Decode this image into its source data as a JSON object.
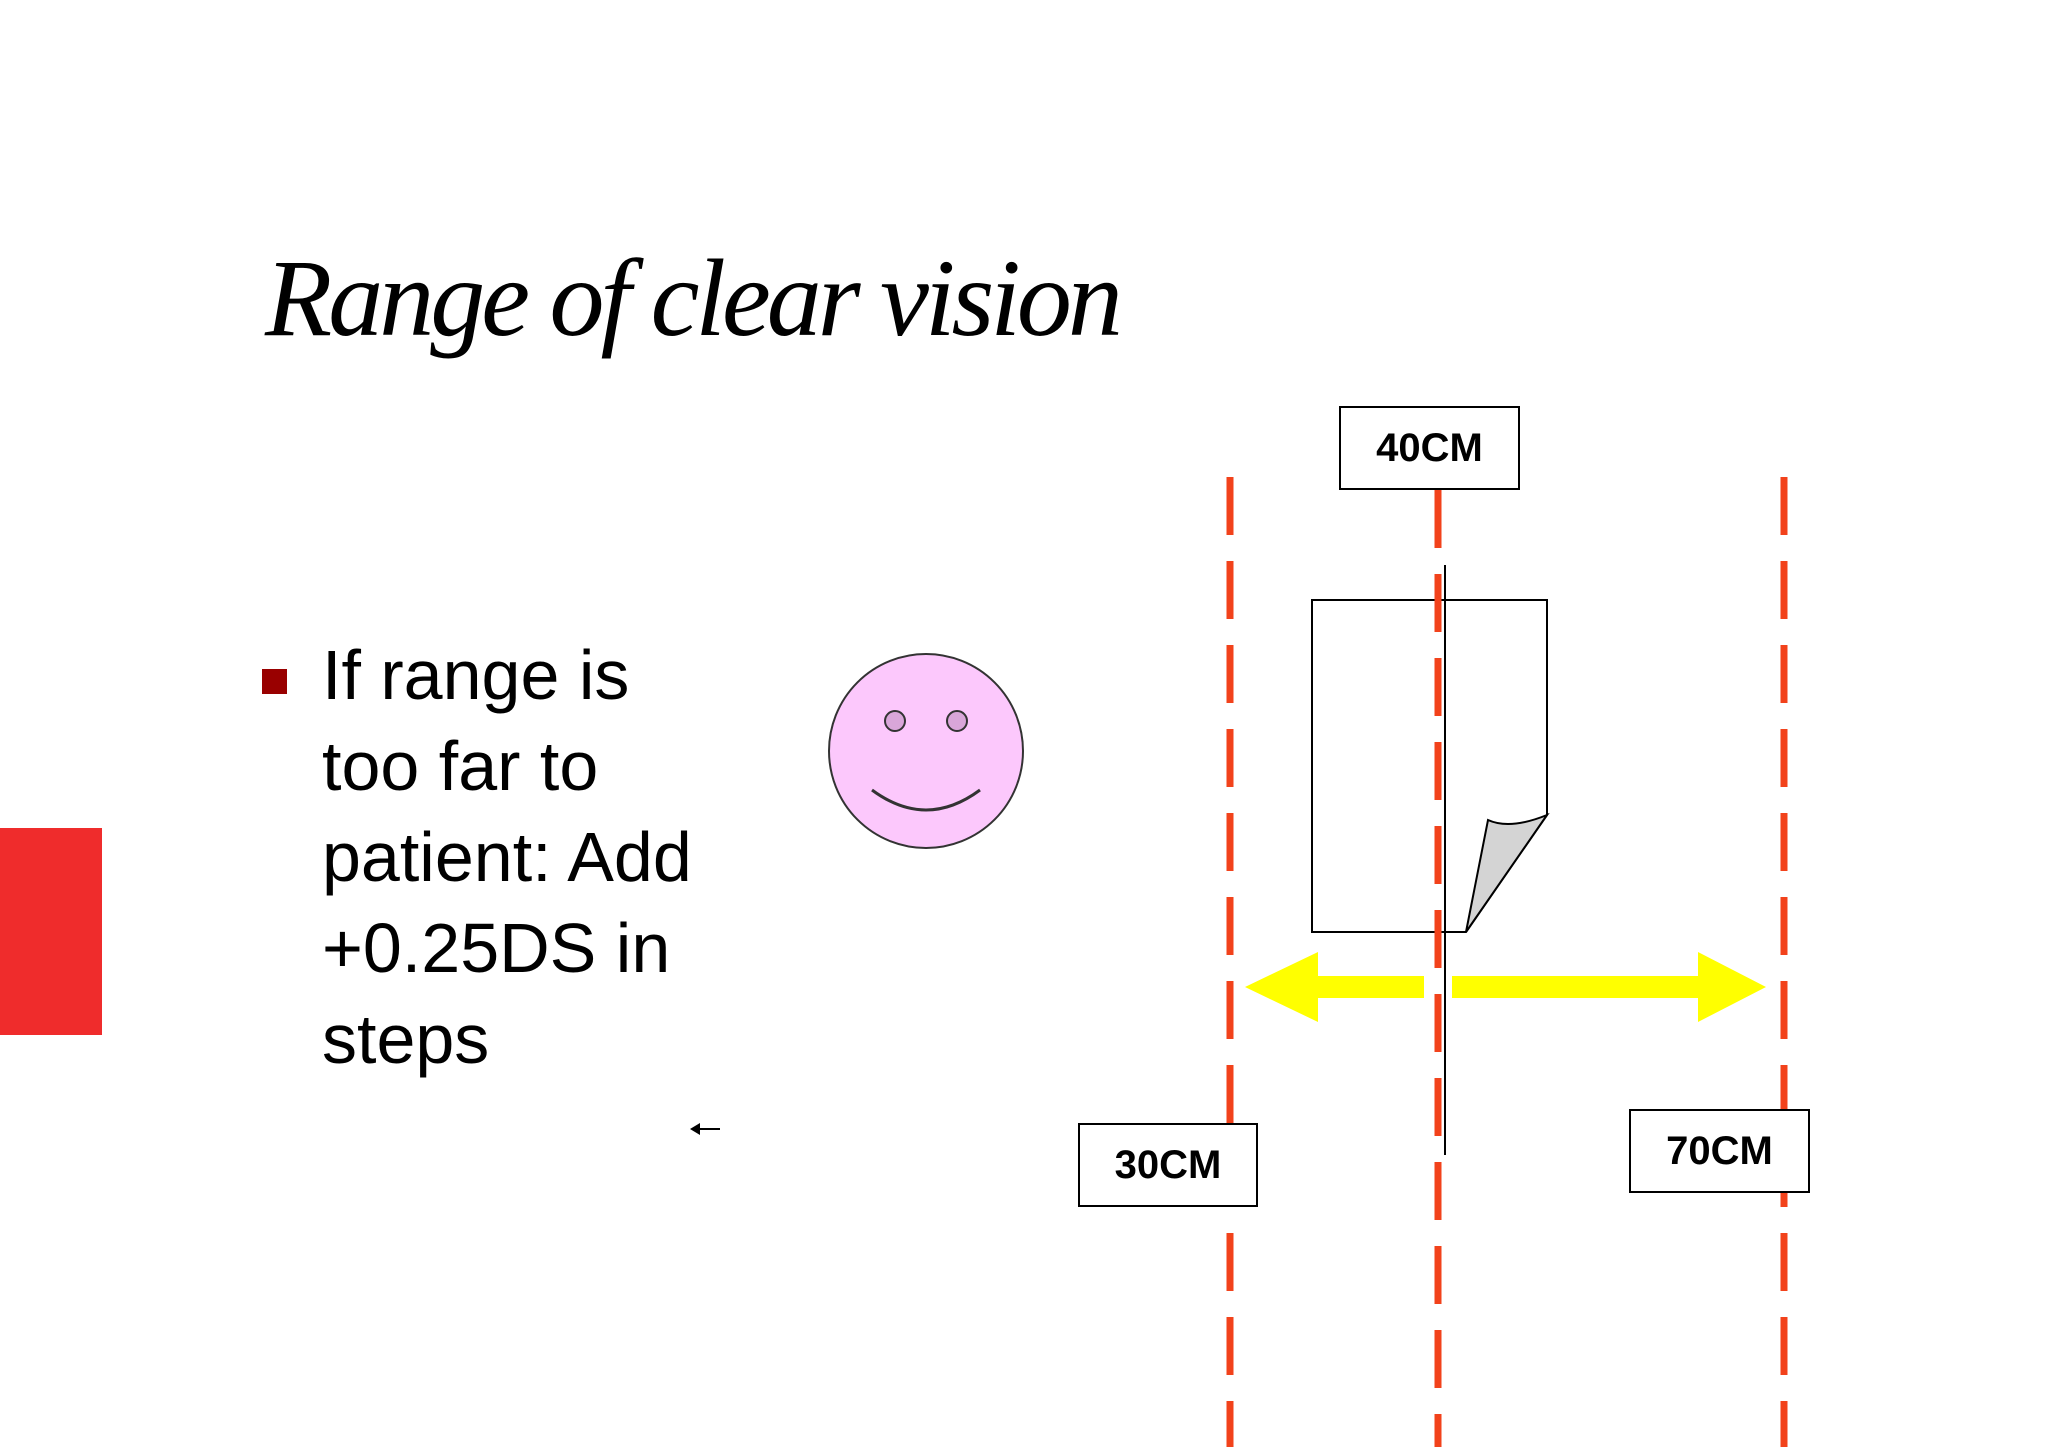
{
  "slide": {
    "title": "Range of clear vision",
    "bullets": [
      "If range is too far to patient: Add +0.25DS in steps"
    ]
  },
  "diagram": {
    "distance_labels": {
      "near": "30CM",
      "reading": "40CM",
      "far": "70CM"
    },
    "icons": [
      "smiley-face-icon",
      "document-page-icon",
      "double-arrow-icon",
      "small-left-arrow-icon"
    ]
  },
  "colors": {
    "accent_red": "#ef2c2c",
    "bullet": "#990000",
    "dashed_line": "#f2421b",
    "arrow_yellow": "#ffff00",
    "face_fill": "#fcc8fc",
    "eye_fill": "#d9a6d9",
    "page_curl": "#d4d4d4"
  }
}
